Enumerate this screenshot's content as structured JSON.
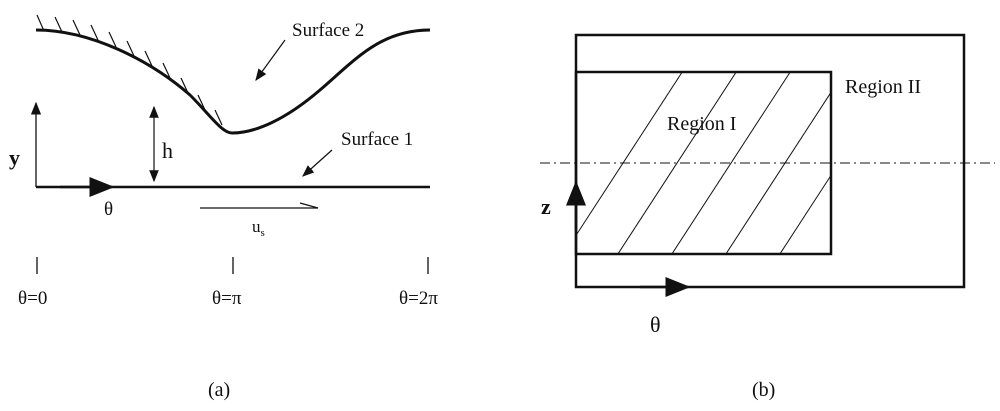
{
  "panel_a": {
    "surface2": "Surface 2",
    "surface1": "Surface 1",
    "y": "y",
    "h": "h",
    "theta": "θ",
    "us": "u",
    "us_sub": "s",
    "theta0": "θ=0",
    "thetapi": "θ=π",
    "theta2pi": "θ=2π",
    "caption": "(a)"
  },
  "panel_b": {
    "region1": "Region I",
    "region2": "Region II",
    "z": "z",
    "theta": "θ",
    "caption": "(b)"
  }
}
